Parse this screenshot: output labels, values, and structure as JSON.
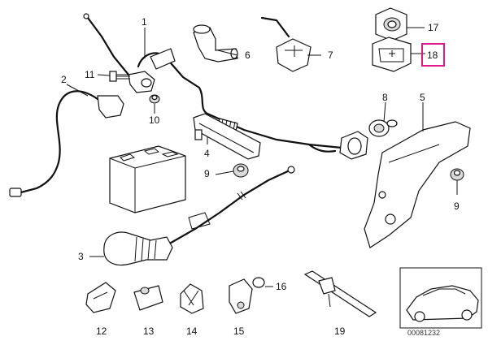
{
  "diagram": {
    "callouts": [
      {
        "id": "c1",
        "text": "1"
      },
      {
        "id": "c2",
        "text": "2"
      },
      {
        "id": "c3",
        "text": "3"
      },
      {
        "id": "c4",
        "text": "4"
      },
      {
        "id": "c5",
        "text": "5"
      },
      {
        "id": "c6",
        "text": "6"
      },
      {
        "id": "c7",
        "text": "7"
      },
      {
        "id": "c8",
        "text": "8"
      },
      {
        "id": "c9a",
        "text": "9"
      },
      {
        "id": "c9b",
        "text": "9"
      },
      {
        "id": "c10",
        "text": "10"
      },
      {
        "id": "c11",
        "text": "11"
      },
      {
        "id": "c12",
        "text": "12"
      },
      {
        "id": "c13",
        "text": "13"
      },
      {
        "id": "c14",
        "text": "14"
      },
      {
        "id": "c15",
        "text": "15"
      },
      {
        "id": "c16",
        "text": "16"
      },
      {
        "id": "c17",
        "text": "17"
      },
      {
        "id": "c18",
        "text": "18"
      },
      {
        "id": "c19",
        "text": "19"
      }
    ],
    "highlight_color": "#e0188c",
    "reference_number": "00081232"
  }
}
